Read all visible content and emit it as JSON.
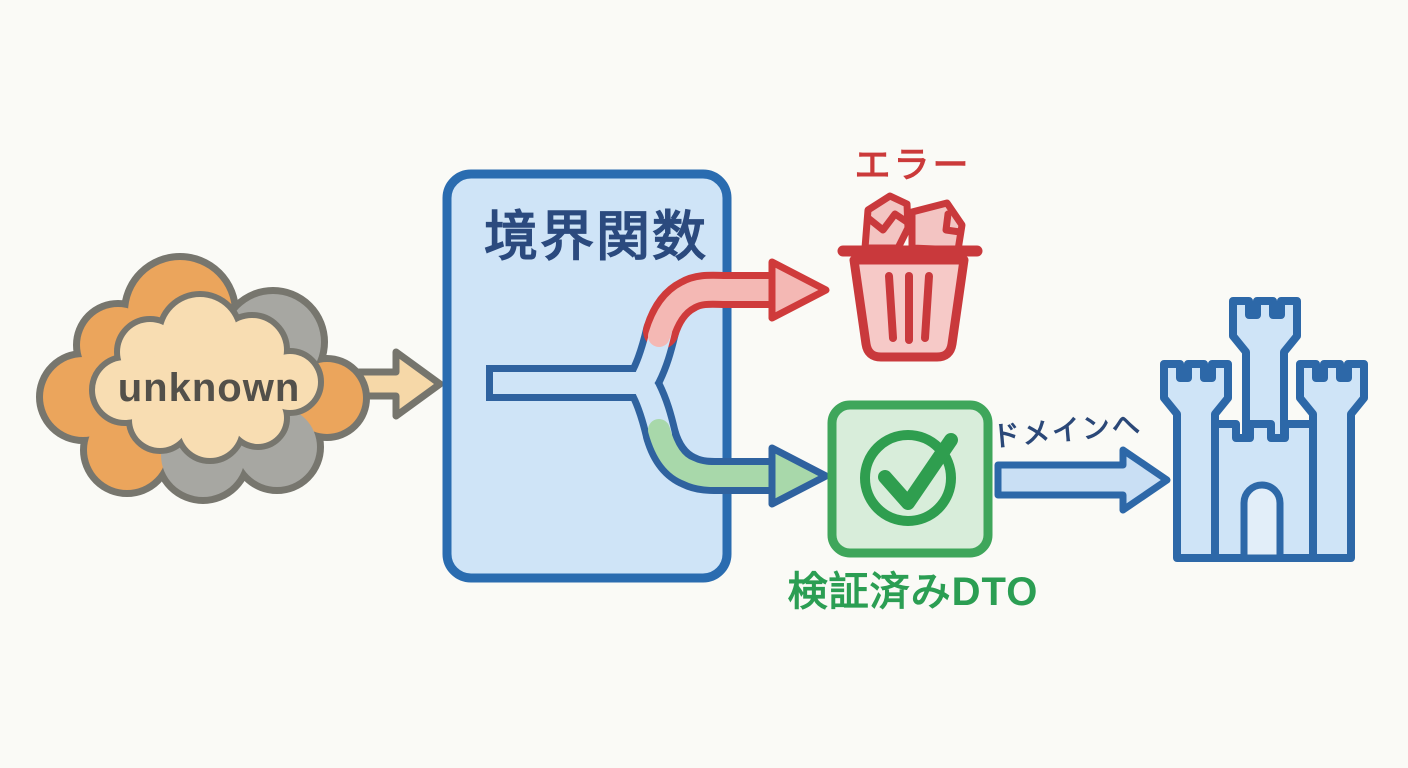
{
  "diagram": {
    "background_color": "#fafaf6",
    "source_cloud": {
      "label": "unknown",
      "icon": "cloud-icon",
      "colors": {
        "orange_lobe": "#eba55c",
        "gray_lobe": "#a7a7a2",
        "inner_fill": "#f8ddb2",
        "outline": "#77766e",
        "text": "#53504a"
      }
    },
    "input_arrow": {
      "icon": "arrow-right-icon",
      "fill": "#f6d8a8",
      "outline": "#76756d"
    },
    "boundary_box": {
      "title": "境界関数",
      "fill": "#cfe4f7",
      "border": "#2a6cb0",
      "title_color": "#2b4a7e",
      "channel_outline": "#2f629f",
      "channel_fill": "#cfe4f7"
    },
    "error_branch": {
      "label": "エラー",
      "icon": "trash-icon",
      "arrow_outline": "#cf3b3b",
      "arrow_fill": "#f4b8b4",
      "trash_fill": "#f6c9c7",
      "trash_outline": "#c9393c",
      "text_color": "#cb3a3a"
    },
    "success_branch": {
      "label": "検証済みDTO",
      "icon": "check-icon",
      "arrow_outline": "#2f629f",
      "arrow_fill": "#a8d8aa",
      "box_fill": "#d8edda",
      "box_border": "#3fa65b",
      "check_color": "#2f9e4f",
      "text_color": "#2b9e53"
    },
    "domain": {
      "label": "ドメインへ",
      "icon": "castle-icon",
      "arrow_fill": "#c9dff4",
      "outline": "#2d68a8",
      "castle_fill": "#cfe4f7",
      "door_fill": "#e2eef9",
      "text_color": "#2b4878"
    }
  }
}
